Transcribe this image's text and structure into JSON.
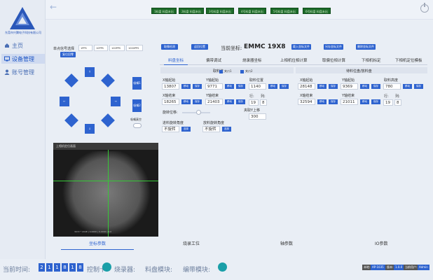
{
  "sidebar": {
    "company": "东莞市兴腾电子科技有限公司",
    "items": [
      {
        "label": "主页",
        "icon": "home-icon"
      },
      {
        "label": "设备管理",
        "icon": "device-icon"
      },
      {
        "label": "账号管理",
        "icon": "user-icon"
      }
    ]
  },
  "topbar": {
    "badges": [
      "1料盘 料盘未出",
      "2料盘 料盘未出",
      "3号料盘 料盘未出",
      "4号料盘 料盘未出",
      "5号料盘 料盘未出",
      "6号料盘 料盘未出"
    ]
  },
  "jog": {
    "speed_label": "单点信号选择",
    "speeds": [
      "1PPS",
      "10PPS",
      "100PPS",
      "1000PPS"
    ],
    "reset_label": "复位回零",
    "dir_buttons": [
      "↑",
      "↗",
      "→",
      "↘",
      "↓",
      "↙",
      "←",
      "↖"
    ],
    "right_buttons": [
      "吸嘴1",
      "吸嘴2"
    ],
    "right_label": "吸嘴真空"
  },
  "actions": {
    "btn1": "取像检测",
    "btn2": "返回位置",
    "current_label": "当前坐标:",
    "current_value": "EMMC 19X8",
    "btn3": "载入坐标文件",
    "btn4": "另存坐标文件",
    "btn5": "删除坐标文件"
  },
  "tabs": [
    "料盘坐标",
    "偏带调试",
    "烧录器坐标",
    "上相机位相计算",
    "取偏位相计算",
    "下相机标定",
    "下相机定位模板"
  ],
  "tray": {
    "pick_header": "取料位",
    "enable1": "夹爪1",
    "enable2": "夹爪2",
    "place_header": "待料位盘/放料盘",
    "x_start_label": "X轴起始",
    "x_start": "13807",
    "y_start_label": "Y轴起始",
    "y_start": "9771",
    "pick_pos_label": "取料位置",
    "pick_pos": "1140",
    "x_end_label": "X轴结束",
    "x_end": "18265",
    "y_end_label": "Y轴结束",
    "y_end": "21403",
    "row_label": "行:",
    "col_label": "列:",
    "row": "19",
    "col": "8",
    "offset_label": "夹取Y上移",
    "offset": "300",
    "place_x_start_label": "X轴起始",
    "place_x_start": "28148",
    "place_y_start_label": "Y轴起始",
    "place_y_start": "9369",
    "place_pos_label": "取料高度",
    "place_pos": "780",
    "place_x_end_label": "X轴结束",
    "place_x_end": "32594",
    "place_y_end_label": "Y轴结束",
    "place_y_end": "21011",
    "place_row": "19",
    "place_col": "8",
    "jog_btn": "移动",
    "save_btn": "保存",
    "rotate_label": "旋转位移:",
    "in_rot_label": "进料旋转角度",
    "in_rot": "不旋转",
    "out_rot_label": "放料旋转角度",
    "out_rot": "不旋转",
    "sel_btn": "选择"
  },
  "camera": {
    "title": "上相机定位画面",
    "footer": "3072 * 2048 | 0,0000 | 0,0000 | 0,0"
  },
  "bottom_tabs": [
    "坐标参数",
    "烧录工位",
    "轴参数",
    "IO参数"
  ],
  "footer": {
    "time_label": "当前时间:",
    "digits": [
      "2",
      "1",
      "1",
      "8",
      "1",
      "8"
    ],
    "card_label": "控制卡:",
    "burner_label": "烧录器:",
    "tray_label": "料盘模块:",
    "tape_label": "编带模块:",
    "ver1": "本地:",
    "ver1_val": "AP-1035",
    "ver2": "版本:",
    "ver2_val": "1.0.0",
    "ver3": "当前用户:",
    "ver3_val": "Admin"
  },
  "colors": {
    "primary": "#2e63cf",
    "status_green": "#1d6b2a",
    "online": "#1a9fa8"
  }
}
